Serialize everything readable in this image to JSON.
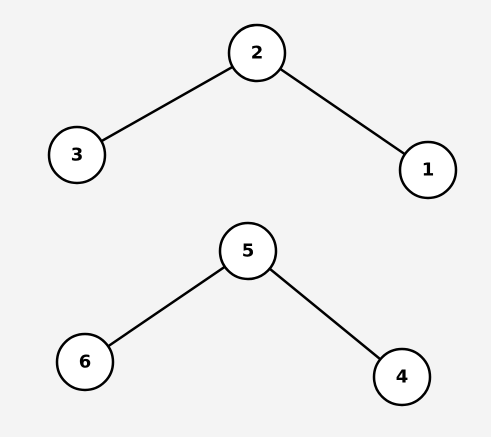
{
  "colors": {
    "background": "#f4f4f4",
    "node_fill": "#ffffff",
    "node_stroke": "#000000",
    "edge": "#000000",
    "label": "#000000"
  },
  "trees": [
    {
      "root": {
        "label": "2"
      },
      "left": {
        "label": "3"
      },
      "right": {
        "label": "1"
      }
    },
    {
      "root": {
        "label": "5"
      },
      "left": {
        "label": "6"
      },
      "right": {
        "label": "4"
      }
    }
  ]
}
